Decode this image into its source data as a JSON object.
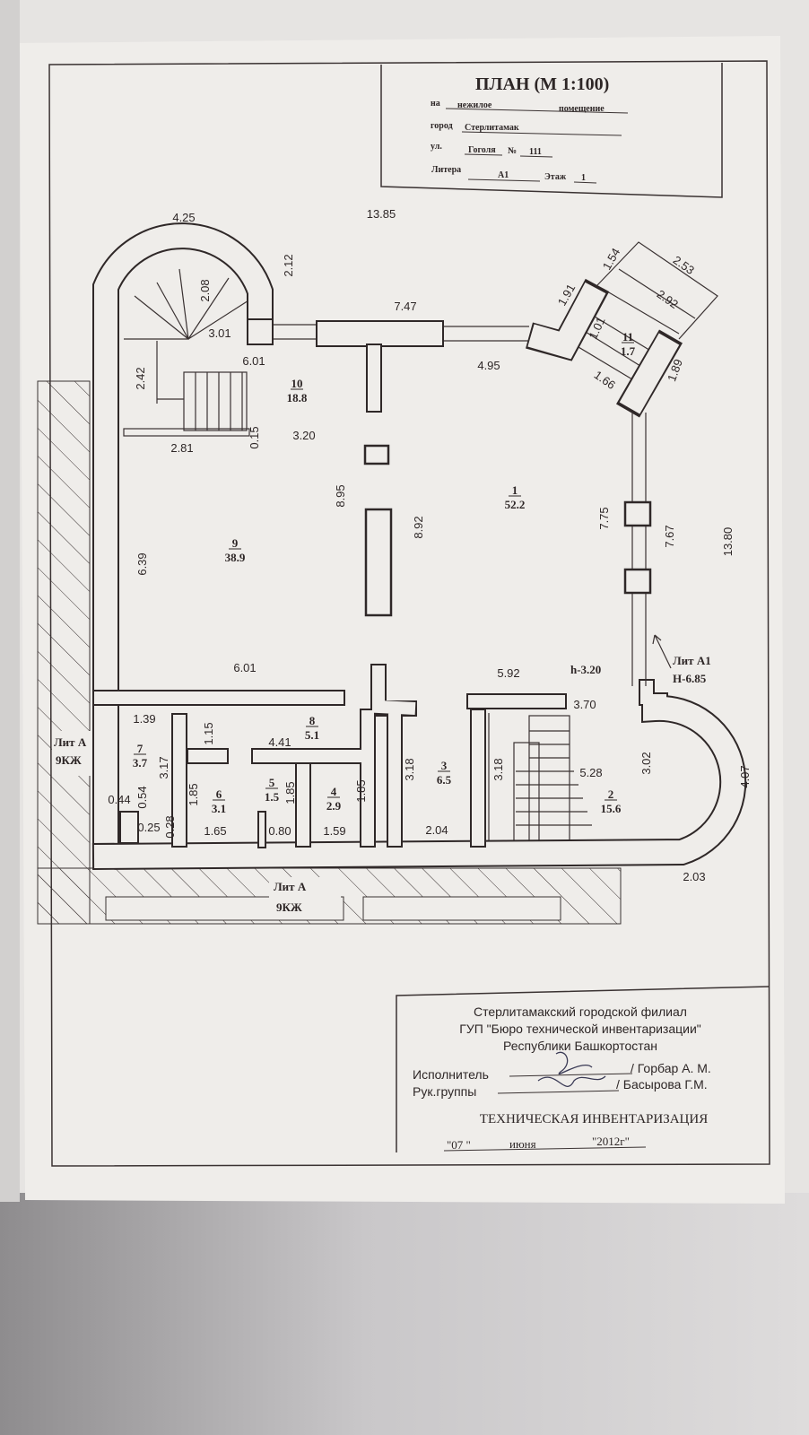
{
  "title_block": {
    "title": "ПЛАН (М 1:100)",
    "na_label": "на",
    "purpose_1": "нежилое",
    "purpose_2": "помещение",
    "city_label": "город",
    "city": "Стерлитамак",
    "street_label": "ул.",
    "street": "Гоголя",
    "number_label": "№",
    "number": "111",
    "litera_label": "Литера",
    "litera": "А1",
    "floor_label": "Этаж",
    "floor": "1"
  },
  "rooms": [
    {
      "number": "10",
      "area": "18.8"
    },
    {
      "number": "1",
      "area": "52.2"
    },
    {
      "number": "9",
      "area": "38.9"
    },
    {
      "number": "8",
      "area": "5.1"
    },
    {
      "number": "7",
      "area": "3.7"
    },
    {
      "number": "3",
      "area": "6.5"
    },
    {
      "number": "2",
      "area": "15.6"
    },
    {
      "number": "6",
      "area": "3.1"
    },
    {
      "number": "5",
      "area": "1.5"
    },
    {
      "number": "4",
      "area": "2.9"
    },
    {
      "number": "11",
      "area": "1.7"
    }
  ],
  "dimensions": [
    "4.25",
    "13.85",
    "2.12",
    "2.08",
    "3.01",
    "7.47",
    "6.01",
    "4.95",
    "2.42",
    "0.15",
    "3.20",
    "2.81",
    "8.95",
    "8.92",
    "7.75",
    "7.67",
    "13.80",
    "6.39",
    "6.01",
    "5.92",
    "1.39",
    "1.15",
    "4.41",
    "3.70",
    "3.17",
    "3.18",
    "3.18",
    "3.02",
    "5.28",
    "4.07",
    "1.85",
    "1.85",
    "1.85",
    "0.44",
    "0.54",
    "0.25",
    "0.28",
    "1.65",
    "0.80",
    "1.59",
    "2.04",
    "2.03",
    "1.91",
    "1.54",
    "2.53",
    "2.92",
    "1.01",
    "1.66",
    "1.89"
  ],
  "annotations": {
    "ceiling_height": "h-3.20",
    "lit_a1": "Лит А1",
    "height_a1": "Н-6.85",
    "lit_a_left": "Лит А",
    "material_left": "9КЖ",
    "lit_a_bottom": "Лит А",
    "material_bottom": "9КЖ"
  },
  "stamp": {
    "org_line_1": "Стерлитамакский городской филиал",
    "org_line_2": "ГУП \"Бюро технической инвентаризации\"",
    "org_line_3": "Республики Башкортостан",
    "executor_label": "Исполнитель",
    "executor": "/ Горбар А. М.",
    "head_label": "Рук.группы",
    "head": "/ Басырова Г.М.",
    "heading": "ТЕХНИЧЕСКАЯ ИНВЕНТАРИЗАЦИЯ",
    "date_day": "\"07 \"",
    "date_month": "июня",
    "date_year": "\"2012г\""
  }
}
